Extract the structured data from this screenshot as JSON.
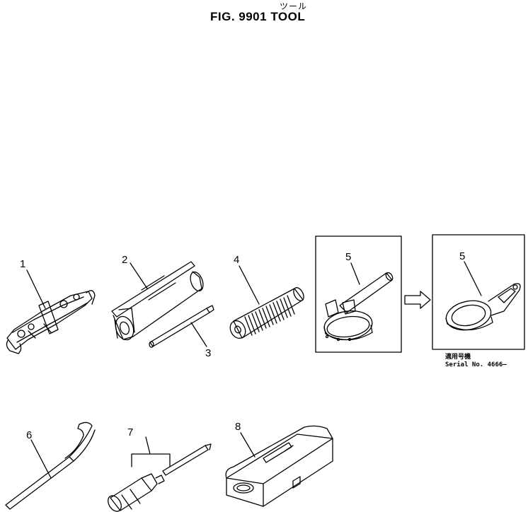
{
  "header": {
    "title_ja": "ツール",
    "title": "FIG. 9901   TOOL"
  },
  "parts": [
    {
      "no": "1"
    },
    {
      "no": "2"
    },
    {
      "no": "3"
    },
    {
      "no": "4"
    },
    {
      "no": "5"
    },
    {
      "no": "5"
    },
    {
      "no": "6"
    },
    {
      "no": "7"
    },
    {
      "no": "8"
    }
  ],
  "serial_note": {
    "ja": "適用号機",
    "en": "Serial No. 4666—"
  }
}
